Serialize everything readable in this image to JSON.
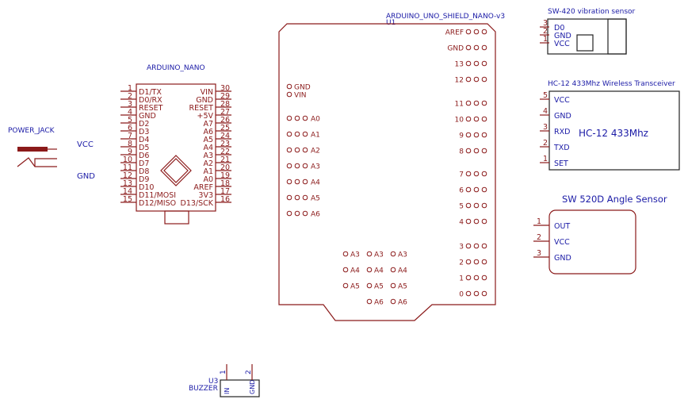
{
  "power_jack": {
    "title": "POWER_JACK",
    "vcc": "VCC",
    "gnd": "GND"
  },
  "nano": {
    "title": "ARDUINO_NANO",
    "left_pins": [
      {
        "n": "1",
        "l": "D1/TX"
      },
      {
        "n": "2",
        "l": "D0/RX"
      },
      {
        "n": "3",
        "l": "RESET"
      },
      {
        "n": "4",
        "l": "GND"
      },
      {
        "n": "5",
        "l": "D2"
      },
      {
        "n": "6",
        "l": "D3"
      },
      {
        "n": "7",
        "l": "D4"
      },
      {
        "n": "8",
        "l": "D5"
      },
      {
        "n": "9",
        "l": "D6"
      },
      {
        "n": "10",
        "l": "D7"
      },
      {
        "n": "11",
        "l": "D8"
      },
      {
        "n": "12",
        "l": "D9"
      },
      {
        "n": "13",
        "l": "D10"
      },
      {
        "n": "14",
        "l": "D11/MOSI"
      },
      {
        "n": "15",
        "l": "D12/MISO"
      }
    ],
    "right_pins": [
      {
        "n": "30",
        "l": "VIN"
      },
      {
        "n": "29",
        "l": "GND"
      },
      {
        "n": "28",
        "l": "RESET"
      },
      {
        "n": "27",
        "l": "+5V"
      },
      {
        "n": "26",
        "l": "A7"
      },
      {
        "n": "25",
        "l": "A6"
      },
      {
        "n": "24",
        "l": "A5"
      },
      {
        "n": "23",
        "l": "A4"
      },
      {
        "n": "22",
        "l": "A3"
      },
      {
        "n": "21",
        "l": "A2"
      },
      {
        "n": "20",
        "l": "A1"
      },
      {
        "n": "19",
        "l": "A0"
      },
      {
        "n": "18",
        "l": "AREF"
      },
      {
        "n": "17",
        "l": "3V3"
      },
      {
        "n": "16",
        "l": "D13/SCK"
      }
    ]
  },
  "shield": {
    "title": "ARDUINO_UNO_SHIELD_NANO-v3",
    "ref": "U1",
    "left_top": [
      "GND",
      "VIN"
    ],
    "left_analog": [
      "A0",
      "A1",
      "A2",
      "A3",
      "A4",
      "A5",
      "A6"
    ],
    "right_top": [
      "AREF",
      "GND",
      "13",
      "12"
    ],
    "right_mid": [
      "11",
      "10",
      "9",
      "8"
    ],
    "right_low": [
      "7",
      "6",
      "5",
      "4"
    ],
    "right_bottom": [
      "3",
      "2",
      "1",
      "0"
    ],
    "bottom_rows": [
      [
        "A3",
        "A3",
        "A3"
      ],
      [
        "A4",
        "A4",
        "A4"
      ],
      [
        "A5",
        "A5",
        "A5"
      ],
      [
        "A6",
        "A6"
      ]
    ]
  },
  "sw420": {
    "title": "SW-420 vibration sensor",
    "pins": [
      {
        "n": "3",
        "l": "D0"
      },
      {
        "n": "2",
        "l": "GND"
      },
      {
        "n": "1",
        "l": "VCC"
      }
    ]
  },
  "hc12": {
    "title": "HC-12 433Mhz Wireless Transceiver",
    "label": "HC-12 433Mhz",
    "pins": [
      {
        "n": "5",
        "l": "VCC"
      },
      {
        "n": "4",
        "l": "GND"
      },
      {
        "n": "3",
        "l": "RXD"
      },
      {
        "n": "2",
        "l": "TXD"
      },
      {
        "n": "1",
        "l": "SET"
      }
    ]
  },
  "sw520d": {
    "title": "SW 520D Angle Sensor",
    "pins": [
      {
        "n": "1",
        "l": "OUT"
      },
      {
        "n": "2",
        "l": "VCC"
      },
      {
        "n": "3",
        "l": "GND"
      }
    ]
  },
  "buzzer": {
    "ref": "U3",
    "title": "BUZZER",
    "pins": [
      {
        "n": "1",
        "l": "IN"
      },
      {
        "n": "2",
        "l": "GND"
      }
    ]
  }
}
